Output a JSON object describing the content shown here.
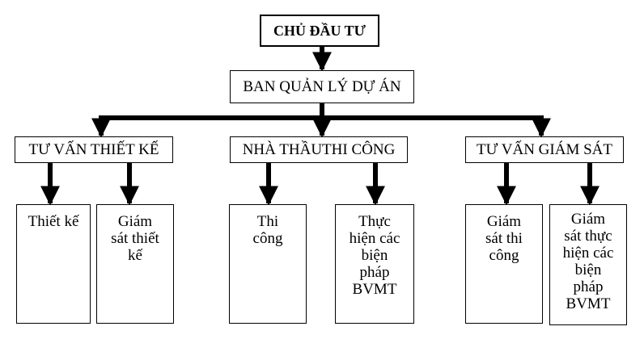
{
  "diagram": {
    "root": "CHỦ ĐẦU TƯ",
    "level1": "BAN QUẢN LÝ DỰ ÁN",
    "groups": [
      {
        "label": "TƯ VẤN THIẾT KẾ",
        "children": [
          "Thiết kế",
          "Giám\nsát thiết\nkế"
        ]
      },
      {
        "label": "NHÀ THẦUTHI CÔNG",
        "children": [
          "Thi\ncông",
          "Thực\nhiện các\nbiện\npháp\nBVMT"
        ]
      },
      {
        "label": "TƯ VẤN GIÁM SÁT",
        "children": [
          "Giám\nsát thi\ncông",
          "Giám\nsát thực\nhiện các\nbiện\npháp\nBVMT"
        ]
      }
    ]
  }
}
